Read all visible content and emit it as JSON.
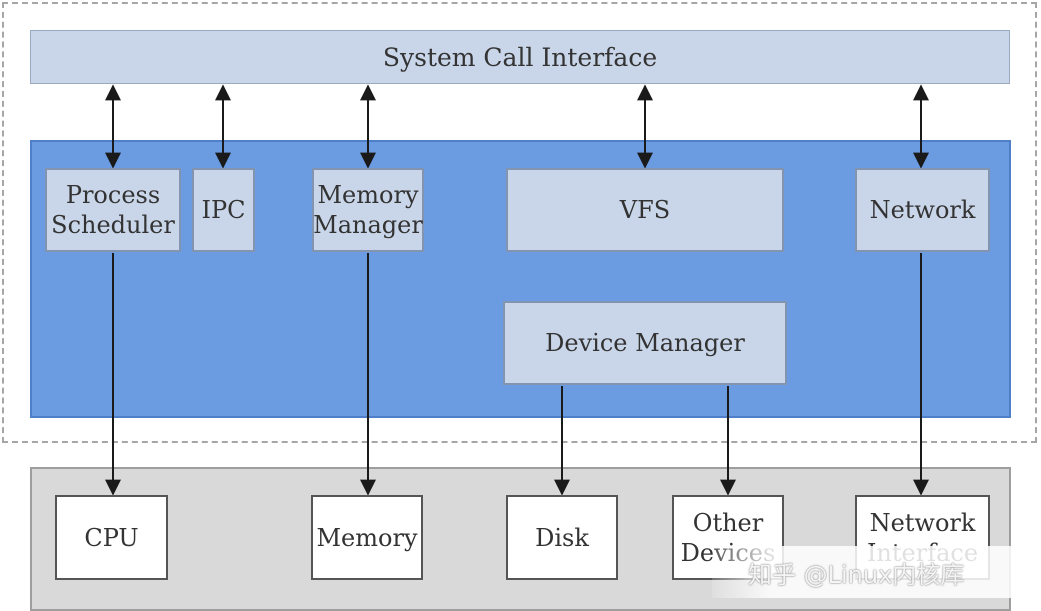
{
  "system_call": {
    "label": "System Call Interface"
  },
  "kernel": {
    "process_scheduler": {
      "line1": "Process",
      "line2": "Scheduler"
    },
    "ipc": {
      "label": "IPC"
    },
    "memory_manager": {
      "line1": "Memory",
      "line2": "Manager"
    },
    "vfs": {
      "label": "VFS"
    },
    "network": {
      "label": "Network"
    },
    "device_manager": {
      "label": "Device Manager"
    }
  },
  "hardware": {
    "cpu": {
      "label": "CPU"
    },
    "memory": {
      "label": "Memory"
    },
    "disk": {
      "label": "Disk"
    },
    "other_devices": {
      "line1": "Other",
      "line2": "Devices"
    },
    "network_interface": {
      "line1": "Network",
      "line2": "Interface"
    }
  },
  "watermark": {
    "text": "知乎 @Linux内核库"
  },
  "colors": {
    "kernel_fill": "#6b9be0",
    "box_fill": "#c9d6e9",
    "hardware_fill": "#d9d9d9"
  }
}
